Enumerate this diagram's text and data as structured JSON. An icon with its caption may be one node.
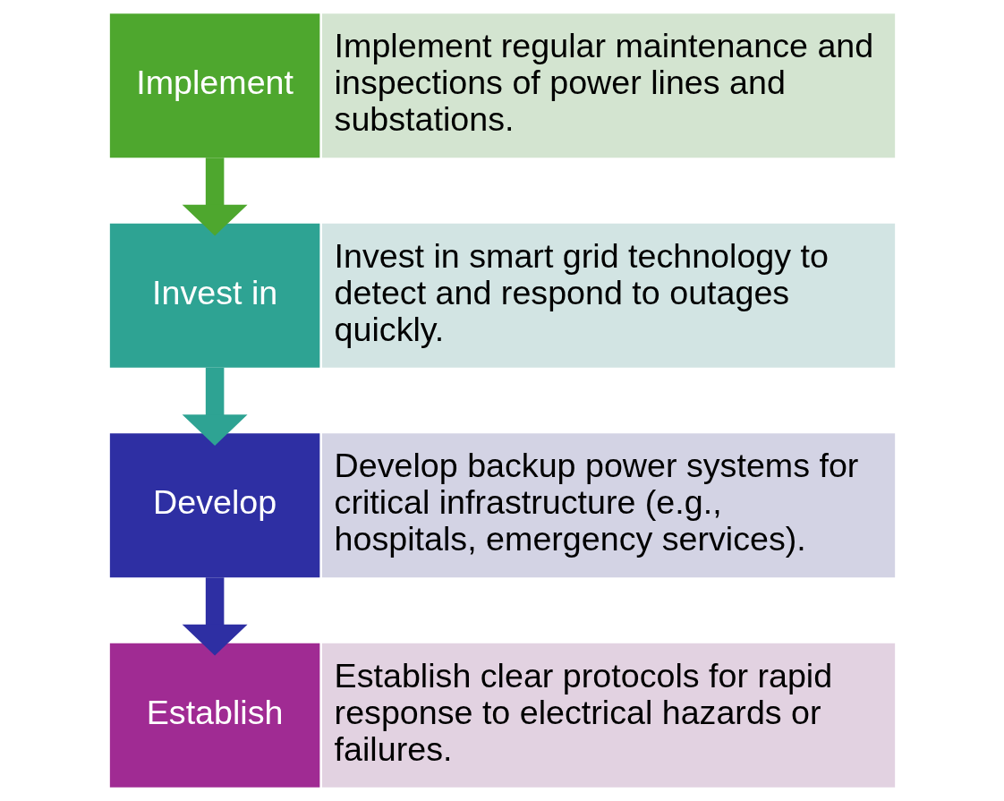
{
  "diagram": {
    "nodes": [
      {
        "text": [
          "Implement"
        ]
      },
      {
        "text": [
          "Implement regular maintenance and inspections of power lines and substations."
        ]
      },
      {
        "text": [
          "Invest in"
        ]
      },
      {
        "text": [
          "Invest in smart grid technology to detect and respond to outages quickly."
        ]
      },
      {
        "text": [
          "Develop"
        ]
      },
      {
        "text": [
          "Develop backup power systems for critical infrastructure (e.g., hospitals, emergency services)."
        ]
      },
      {
        "text": [
          "Establish"
        ]
      },
      {
        "text": [
          "Establish clear protocols for rapid response to electrical hazards or failures."
        ]
      }
    ],
    "edges": [
      {
        "from": 0,
        "to": 2,
        "arrow": "to",
        "color": "#4ea72e"
      },
      {
        "from": 2,
        "to": 4,
        "arrow": "to",
        "color": "#2ea393"
      },
      {
        "from": 4,
        "to": 6,
        "arrow": "to",
        "color": "#2e2fa3"
      }
    ]
  }
}
